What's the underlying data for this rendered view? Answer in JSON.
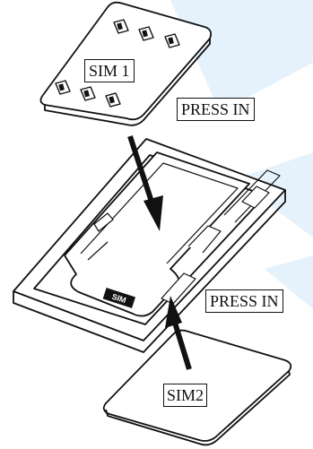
{
  "labels": {
    "sim1": "SIM 1",
    "press_in_top": "PRESS IN",
    "press_in_bottom": "PRESS IN",
    "sim2": "SIM2",
    "tray_mark": "SIM"
  },
  "colors": {
    "line": "#111111",
    "watermark": "#e6f2fb",
    "fill": "#ffffff"
  }
}
